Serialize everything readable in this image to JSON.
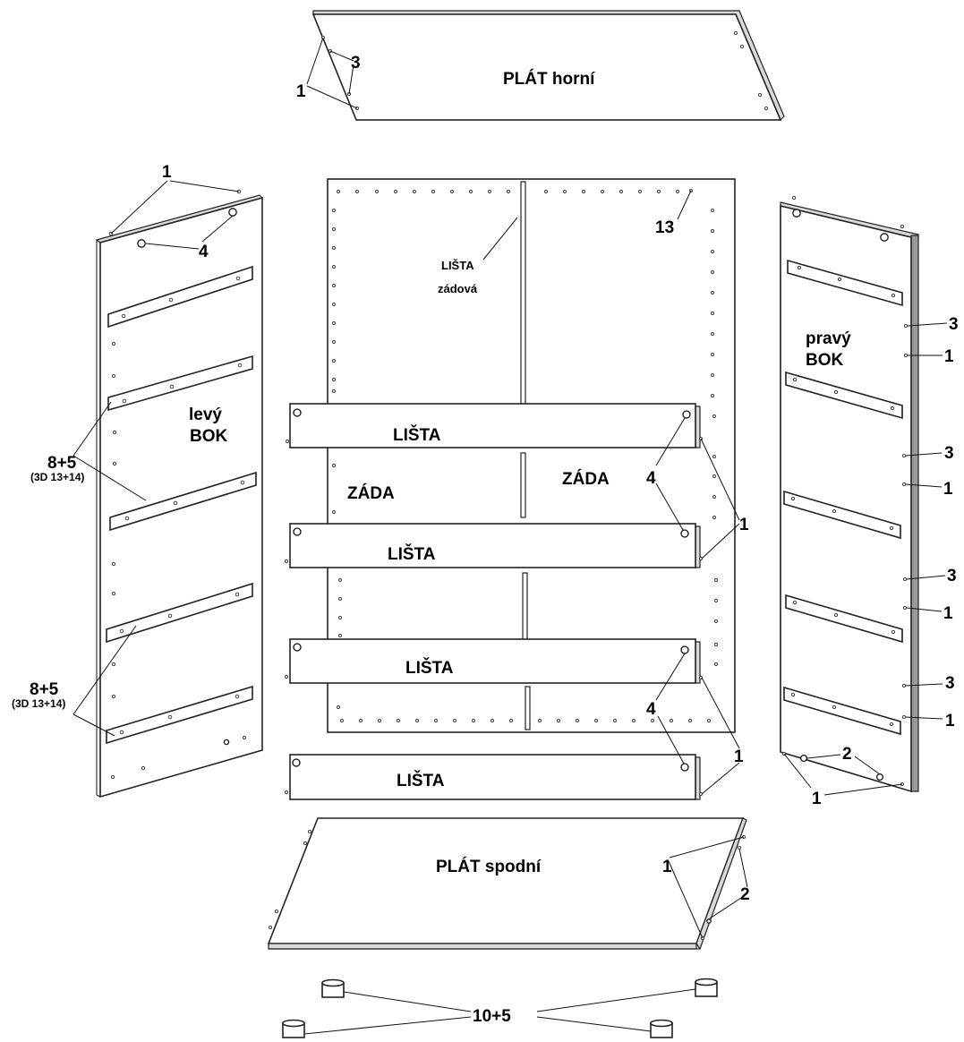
{
  "labels": {
    "plat_horni": "PLÁT horní",
    "plat_spodni": "PLÁT spodní",
    "levy_bok_1": "levý",
    "levy_bok_2": "BOK",
    "pravy_bok_1": "pravý",
    "pravy_bok_2": "BOK",
    "lista": "LIŠTA",
    "lista_zadova_1": "LIŠTA",
    "lista_zadova_2": "zádová",
    "zada": "ZÁDA"
  },
  "callouts": {
    "n1": "1",
    "n2": "2",
    "n3": "3",
    "n4": "4",
    "n13": "13",
    "n8_5": "8+5",
    "n3d": "(3D 13+14)",
    "n10_5": "10+5"
  },
  "colors": {
    "line": "#222222",
    "panel_fill": "#ffffff",
    "edge_fill": "#d9d9d9",
    "text": "#000000"
  }
}
